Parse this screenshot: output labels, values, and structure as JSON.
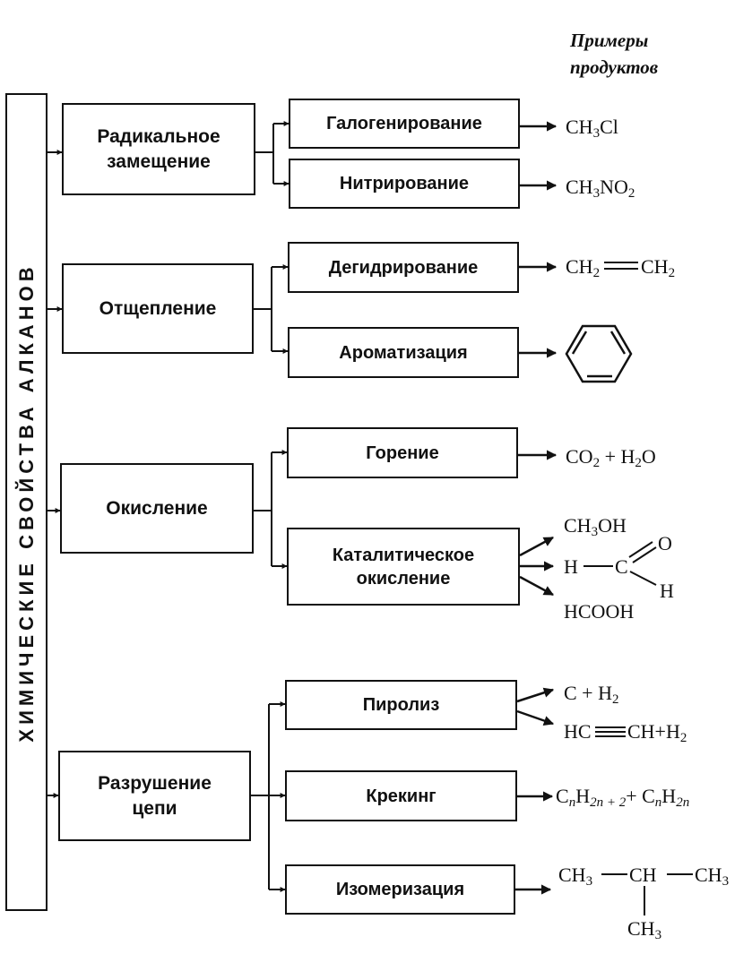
{
  "header": {
    "line1": "Примеры",
    "line2": "продуктов"
  },
  "vertical_title": "ХИМИЧЕСКИЕ СВОЙСТВА АЛКАНОВ",
  "groups": [
    {
      "label_line1": "Радикальное",
      "label_line2": "замещение"
    },
    {
      "label_line1": "Отщепление",
      "label_line2": ""
    },
    {
      "label_line1": "Окисление",
      "label_line2": ""
    },
    {
      "label_line1": "Разрушение",
      "label_line2": "цепи"
    }
  ],
  "reactions": {
    "halogenation": "Галогенирование",
    "nitration": "Нитрирование",
    "dehydrogenation": "Дегидрирование",
    "aromatization": "Ароматизация",
    "combustion": "Горение",
    "catalytic_line1": "Каталитическое",
    "catalytic_line2": "окисление",
    "pyrolysis": "Пиролиз",
    "cracking": "Крекинг",
    "isomerization": "Изомеризация"
  },
  "products": {
    "ch3": "CH",
    "n3": "3",
    "cl": "Cl",
    "no": "NO",
    "n2": "2",
    "ch2": "CH",
    "co": "CO",
    "plus_h": " + H",
    "o": "O",
    "ch3oh_tail": "OH",
    "h": "H",
    "c": "C",
    "o_atom": "O",
    "h_atom": "H",
    "hcooh": "HCOOH",
    "c_plus_h": "C + H",
    "hc": "HC",
    "ch_plus_h": "CH+H",
    "cn": "C",
    "n": "n",
    "h2n": "H",
    "sub_2n2": "2n + 2",
    "plus_c": "+ C",
    "sub_2n": "2n",
    "ch": "CH"
  }
}
